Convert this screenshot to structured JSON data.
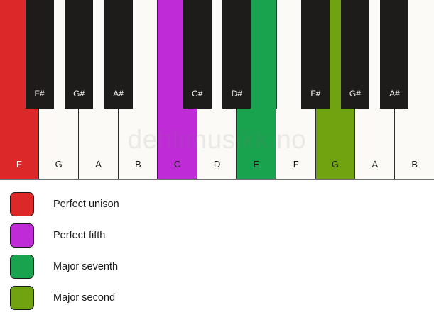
{
  "watermark": {
    "text": "dehlimusikk.no"
  },
  "colors": {
    "white_key": "#fbfaf6",
    "black_key": "#1d1c1a",
    "outline": "#2b2b2b",
    "perfect_unison": "#dc2828",
    "perfect_fifth": "#bf2bd6",
    "major_seventh": "#19a34f",
    "major_second": "#6fa310"
  },
  "keyboard": {
    "white_keys": [
      {
        "label": "F",
        "highlight": "perfect_unison"
      },
      {
        "label": "G",
        "highlight": null
      },
      {
        "label": "A",
        "highlight": null
      },
      {
        "label": "B",
        "highlight": null
      },
      {
        "label": "C",
        "highlight": "perfect_fifth"
      },
      {
        "label": "D",
        "highlight": null
      },
      {
        "label": "E",
        "highlight": "major_seventh"
      },
      {
        "label": "F",
        "highlight": null
      },
      {
        "label": "G",
        "highlight": "major_second"
      },
      {
        "label": "A",
        "highlight": null
      },
      {
        "label": "B",
        "highlight": null
      }
    ],
    "black_keys": [
      {
        "label": "F#"
      },
      {
        "label": "G#"
      },
      {
        "label": "A#"
      },
      {
        "label": "C#"
      },
      {
        "label": "D#"
      },
      {
        "label": "F#"
      },
      {
        "label": "G#"
      },
      {
        "label": "A#"
      }
    ]
  },
  "legend": {
    "items": [
      {
        "label": "Perfect unison",
        "color_key": "perfect_unison"
      },
      {
        "label": "Perfect fifth",
        "color_key": "perfect_fifth"
      },
      {
        "label": "Major seventh",
        "color_key": "major_seventh"
      },
      {
        "label": "Major second",
        "color_key": "major_second"
      }
    ]
  }
}
